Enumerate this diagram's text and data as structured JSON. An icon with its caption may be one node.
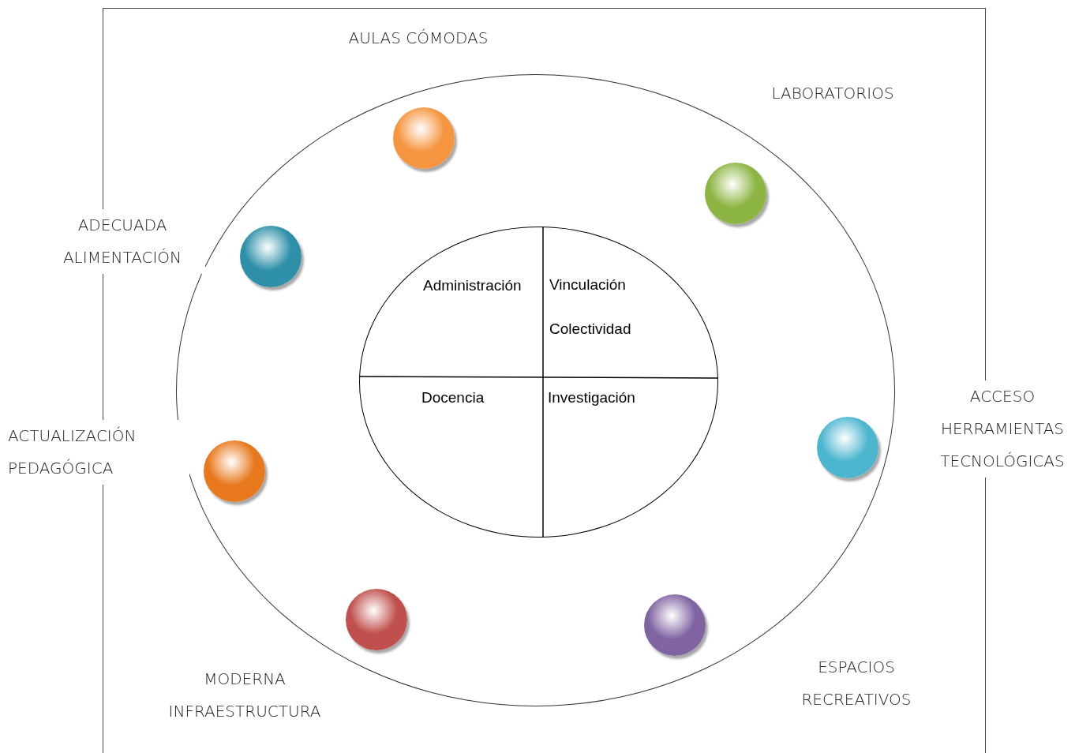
{
  "diagram": {
    "nodes": [
      {
        "text": [],
        "shape": "box"
      },
      {
        "text": [],
        "shape": "circle",
        "in": 0
      },
      {
        "text": [
          "Administración",
          "Vinculación Colectividad",
          "Docencia",
          "Investigación"
        ],
        "in": 1
      },
      {
        "text": [],
        "shape": "circle",
        "in": 1
      },
      {
        "text": [],
        "shape": "circle",
        "in": 1
      },
      {
        "text": [],
        "shape": "circle",
        "in": 1
      },
      {
        "text": [],
        "shape": "circle",
        "in": 1
      },
      {
        "text": [],
        "shape": "circle",
        "in": 1
      },
      {
        "text": [],
        "shape": "circle",
        "in": 1
      },
      {
        "text": [],
        "shape": "circle",
        "in": 1
      }
    ],
    "labels": [
      "AULAS CÓMODAS",
      "LABORATORIOS",
      "ADECUADA ALIMENTACIÓN",
      "ACCESO HERRAMIENTAS TECNOLÓGICAS",
      "ACTUALIZACIÓN PEDAGÓGICA",
      "ESPACIOS RECREATIVOS",
      "MODERNA INFRAESTRUCTURA"
    ]
  }
}
